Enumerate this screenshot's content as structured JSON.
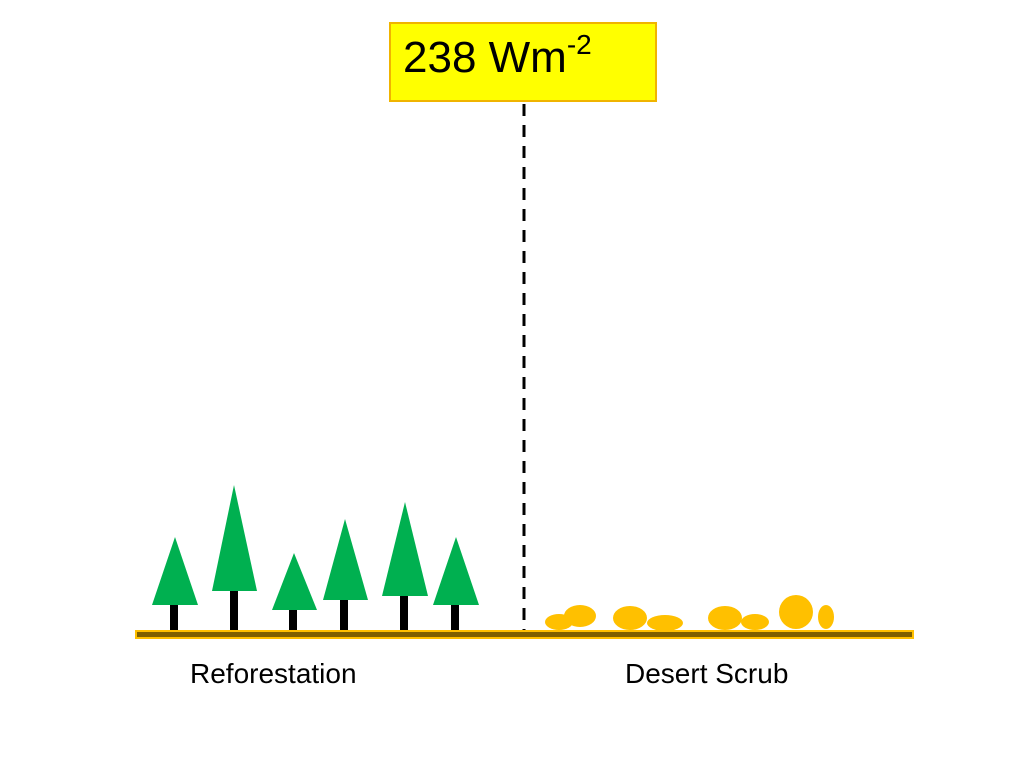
{
  "flux_label": {
    "value": "238 Wm",
    "exponent": "-2"
  },
  "panels": {
    "left": {
      "label": "Reforestation"
    },
    "right": {
      "label": "Desert Scrub"
    }
  },
  "colors": {
    "label_fill": "#ffff00",
    "label_border": "#f0b400",
    "tree": "#00b050",
    "trunk": "#000000",
    "shrub": "#ffc000",
    "ground": "#7f6000",
    "ground_edge": "#ffc000",
    "divider": "#000000"
  }
}
